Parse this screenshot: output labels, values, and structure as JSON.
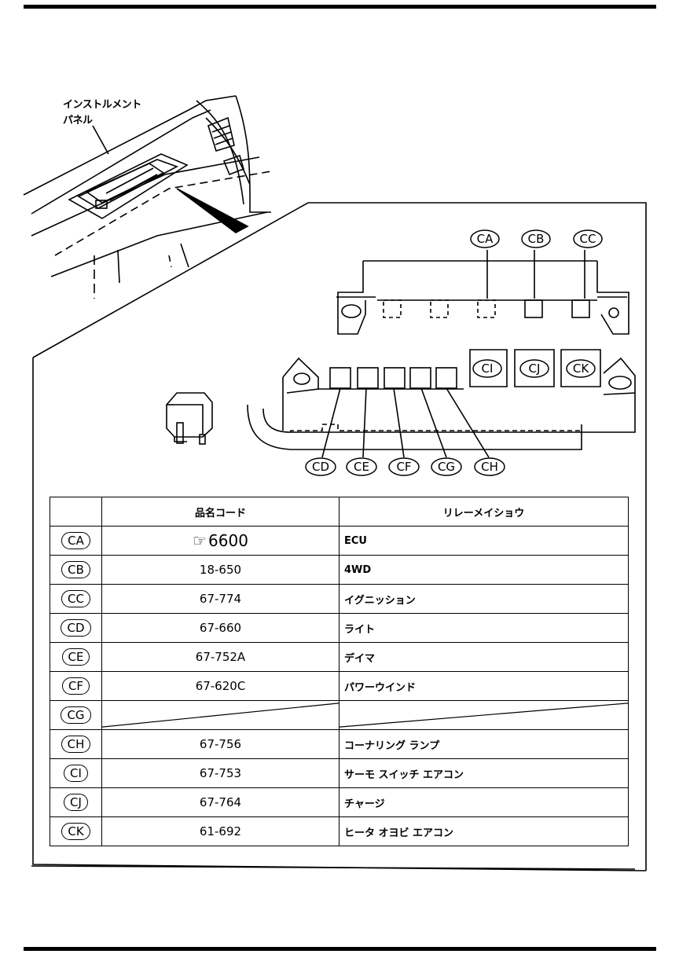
{
  "location_label": {
    "line1": "インストルメント",
    "line2": "パネル"
  },
  "callouts_top": [
    "CA",
    "CB",
    "CC"
  ],
  "callouts_mid": [
    "CI",
    "CJ",
    "CK"
  ],
  "callouts_bottom": [
    "CD",
    "CE",
    "CF",
    "CG",
    "CH"
  ],
  "table": {
    "headers": {
      "code": "",
      "part": "品名コード",
      "name": "リレーメイショウ"
    },
    "rows": [
      {
        "code": "CA",
        "part": "6600",
        "part_ref_icon": "☞",
        "name": "ECU"
      },
      {
        "code": "CB",
        "part": "18-650",
        "name": "4WD"
      },
      {
        "code": "CC",
        "part": "67-774",
        "name": "イグニッション"
      },
      {
        "code": "CD",
        "part": "67-660",
        "name": "ライト"
      },
      {
        "code": "CE",
        "part": "67-752A",
        "name": "デイマ"
      },
      {
        "code": "CF",
        "part": "67-620C",
        "name": "パワーウインド"
      },
      {
        "code": "CG",
        "part": "",
        "name": ""
      },
      {
        "code": "CH",
        "part": "67-756",
        "name": "コーナリング ランプ"
      },
      {
        "code": "CI",
        "part": "67-753",
        "name": "サーモ スイッチ エアコン"
      },
      {
        "code": "CJ",
        "part": "67-764",
        "name": "チャージ"
      },
      {
        "code": "CK",
        "part": "61-692",
        "name": "ヒータ オヨビ エアコン"
      }
    ]
  }
}
